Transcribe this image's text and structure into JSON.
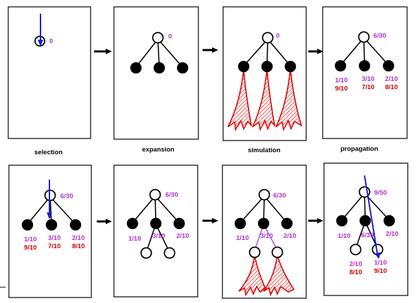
{
  "step_labels": {
    "selection": "selection",
    "expansion": "expansion",
    "simulation": "simulation",
    "propagation": "propagation"
  },
  "row1": {
    "selection_root": "0",
    "expansion_root": "0",
    "simulation_root": "0",
    "propagation": {
      "root": "6/30",
      "c1_top": "1/10",
      "c1_bot": "9/10",
      "c2_top": "3/10",
      "c2_bot": "7/10",
      "c3_top": "2/10",
      "c3_bot": "8/10"
    }
  },
  "row2": {
    "p1": {
      "root": "6/30",
      "c1_top": "1/10",
      "c1_bot": "9/10",
      "c2_top": "3/10",
      "c2_bot": "7/10",
      "c3_top": "2/10",
      "c3_bot": "8/10"
    },
    "p2": {
      "root": "6/30",
      "c1": "1/10",
      "c2": "3/10",
      "c3": "2/10"
    },
    "p3": {
      "root": "6/30",
      "c1": "1/10",
      "c2": "3/10",
      "c3": "2/10"
    },
    "p4": {
      "root": "9/50",
      "c1": "1/10",
      "c2": "6/30",
      "c3": "2/10",
      "g1_top": "2/10",
      "g1_bot": "8/10",
      "g2_top": "1/10",
      "g2_bot": "9/10"
    }
  },
  "colors": {
    "value_label": "#b030d0",
    "win_label": "#cc0000",
    "selection_arrow": "#1a1ad8",
    "simulation": "#dd0000"
  }
}
